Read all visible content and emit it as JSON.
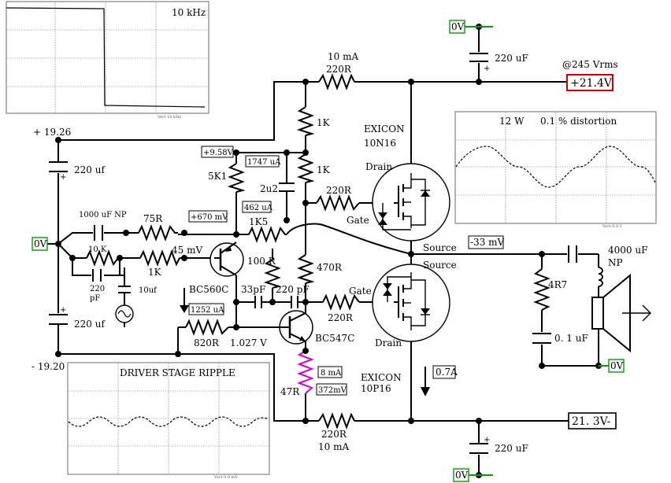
{
  "scopes": {
    "square": {
      "freq": "10 kHz",
      "foot": "Vert 10 kHz"
    },
    "output": {
      "power": "12 W",
      "distortion": "0.1 % distortion",
      "foot": "Vert 0.0 V"
    },
    "ripple": {
      "title": "DRIVER STAGE RIPPLE",
      "foot": "Vert 0.0 mV"
    }
  },
  "rails": {
    "pos_supply": "+ 19.26",
    "neg_supply": "- 19.20",
    "pos_out_box": "+21.4V",
    "neg_out_box": "21. 3V-",
    "at_vrms": "@245 Vrms"
  },
  "ground_tags": [
    "0V",
    "0V",
    "0V",
    "0V"
  ],
  "top_filter": {
    "current": "10 mA",
    "res": "220R",
    "cap": "220 uF"
  },
  "bottom_filter": {
    "current": "10 mA",
    "res": "220R",
    "cap": "220 uF"
  },
  "upper_mosfet": {
    "maker": "EXICON",
    "part": "10N16",
    "drain": "Drain",
    "gate": "Gate",
    "source": "Source"
  },
  "lower_mosfet": {
    "maker": "EXICON",
    "part": "10P16",
    "drain": "Drain",
    "gate": "Gate",
    "source": "Source"
  },
  "components": {
    "r_1k_top": "1K",
    "r_1k_mid": "1K",
    "r_5k1": "5K1",
    "r_1k5": "1K5",
    "c_2u2": "2u2",
    "r_220_gate_up": "220R",
    "r_470": "470R",
    "r_100": "100 R",
    "c_33p": "33pF",
    "c_220p": "220 pF",
    "r_220_gate_dn": "220R",
    "r_820": "820R",
    "r_47": "47R",
    "r_75": "75R",
    "c_1000": "1000 uF NP",
    "r_10k": "10 K",
    "c_220pf_in": "220",
    "c_220pf_unit": "pF",
    "r_1k_in": "1K",
    "c_10uf": "10uf",
    "c_220uf_top": "220 uf",
    "c_220uf_bot": "220 uf",
    "q_pnp": "BC560C",
    "q_npn": "BC547C",
    "r_4r7": "4R7",
    "c_01": "0. 1 uF",
    "c_out": "4000 uF",
    "c_out_np": "NP",
    "out_source": "Source"
  },
  "readings": {
    "v_958": "+9.58V",
    "i_1747": "1747 uA",
    "i_462": "462 uA",
    "v_670": "+670 mV",
    "v_45": "45 mV",
    "i_1252": "1252 uA",
    "v_1027": "1.027 V",
    "i_8ma": "8 mA",
    "v_372": "372mV",
    "v_out": "-33 mV",
    "i_07a": "0.7A"
  },
  "colors": {
    "ground_box": "#00a000",
    "out_box": "#d00000",
    "r47": "#d000d0",
    "scope_line": "#000000"
  }
}
